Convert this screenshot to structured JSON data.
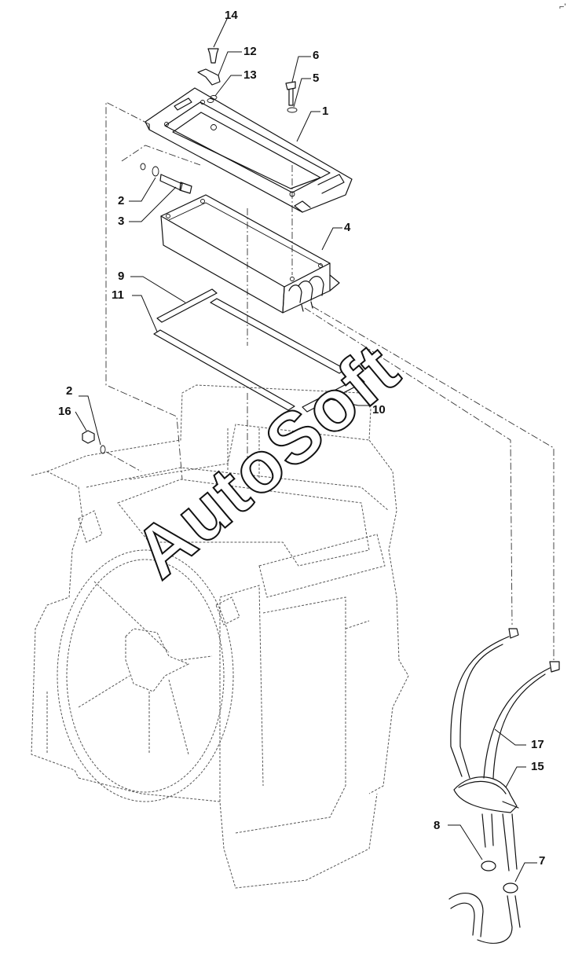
{
  "watermark": "AutoSoft",
  "corner_mark": "⌐'",
  "callouts": [
    {
      "id": "c14",
      "label": "14"
    },
    {
      "id": "c12",
      "label": "12"
    },
    {
      "id": "c13",
      "label": "13"
    },
    {
      "id": "c6",
      "label": "6"
    },
    {
      "id": "c5",
      "label": "5"
    },
    {
      "id": "c1",
      "label": "1"
    },
    {
      "id": "c2a",
      "label": "2"
    },
    {
      "id": "c3",
      "label": "3"
    },
    {
      "id": "c4",
      "label": "4"
    },
    {
      "id": "c9",
      "label": "9"
    },
    {
      "id": "c11",
      "label": "11"
    },
    {
      "id": "c2b",
      "label": "2"
    },
    {
      "id": "c16",
      "label": "16"
    },
    {
      "id": "c10",
      "label": "10"
    },
    {
      "id": "c17",
      "label": "17"
    },
    {
      "id": "c15",
      "label": "15"
    },
    {
      "id": "c8",
      "label": "8"
    },
    {
      "id": "c7",
      "label": "7"
    }
  ]
}
